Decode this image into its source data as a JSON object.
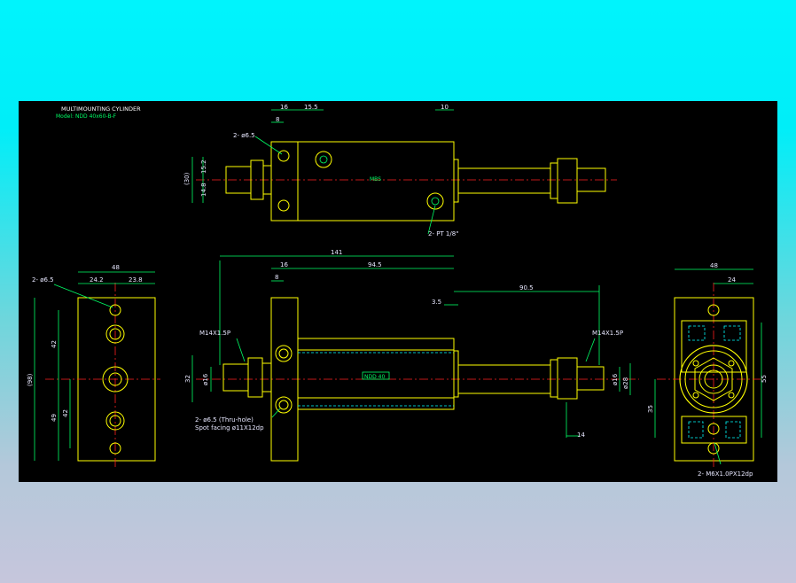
{
  "title_block": {
    "name": "MULTIMOUNTING CYLINDER",
    "model": "Model: NDD 40x60-B-F"
  },
  "colors": {
    "background_top": "#00f4fc",
    "background_bottom": "#c6c6dc",
    "panel": "#000000",
    "outline": "#ffff00",
    "dimension": "#00ff66",
    "centerline": "#ff2020",
    "hidden": "#00ffff",
    "text": "#e8e8ff"
  },
  "top_view": {
    "dim_16": "16",
    "dim_15_5": "15.5",
    "dim_8": "8",
    "dim_10": "10",
    "dim_30": "(30)",
    "dim_15_2": "15.2",
    "dim_14_8": "14.8",
    "hole_note": "2- ø6.5",
    "port_note": "2- PT 1/8\"",
    "tiny_mark": "MBS"
  },
  "front_view": {
    "dim_141": "141",
    "dim_16": "16",
    "dim_94_5": "94.5",
    "dim_8": "8",
    "dim_3_5": "3.5",
    "dim_90_5": "90.5",
    "thread_left": "M14X1.5P",
    "thread_right": "M14X1.5P",
    "dim_32": "32",
    "dim_phi16_left": "ø16",
    "dim_phi16_right": "ø16",
    "dim_phi28": "ø28",
    "dim_14": "14",
    "label_plate": "NDD 40",
    "hole_note": "2- ø6.5 (Thru-hole)",
    "spot_note": "Spot facing ø11X12dp"
  },
  "left_view": {
    "dim_48": "48",
    "dim_24_2": "24.2",
    "dim_23_8": "23.8",
    "hole_note": "2- ø6.5",
    "dim_98": "(98)",
    "dim_42_top": "42",
    "dim_42_bottom": "42",
    "dim_49": "49"
  },
  "right_view": {
    "dim_48": "48",
    "dim_24": "24",
    "dim_55": "55",
    "dim_35": "35",
    "thread_note": "2- M6X1.0PX12dp"
  }
}
